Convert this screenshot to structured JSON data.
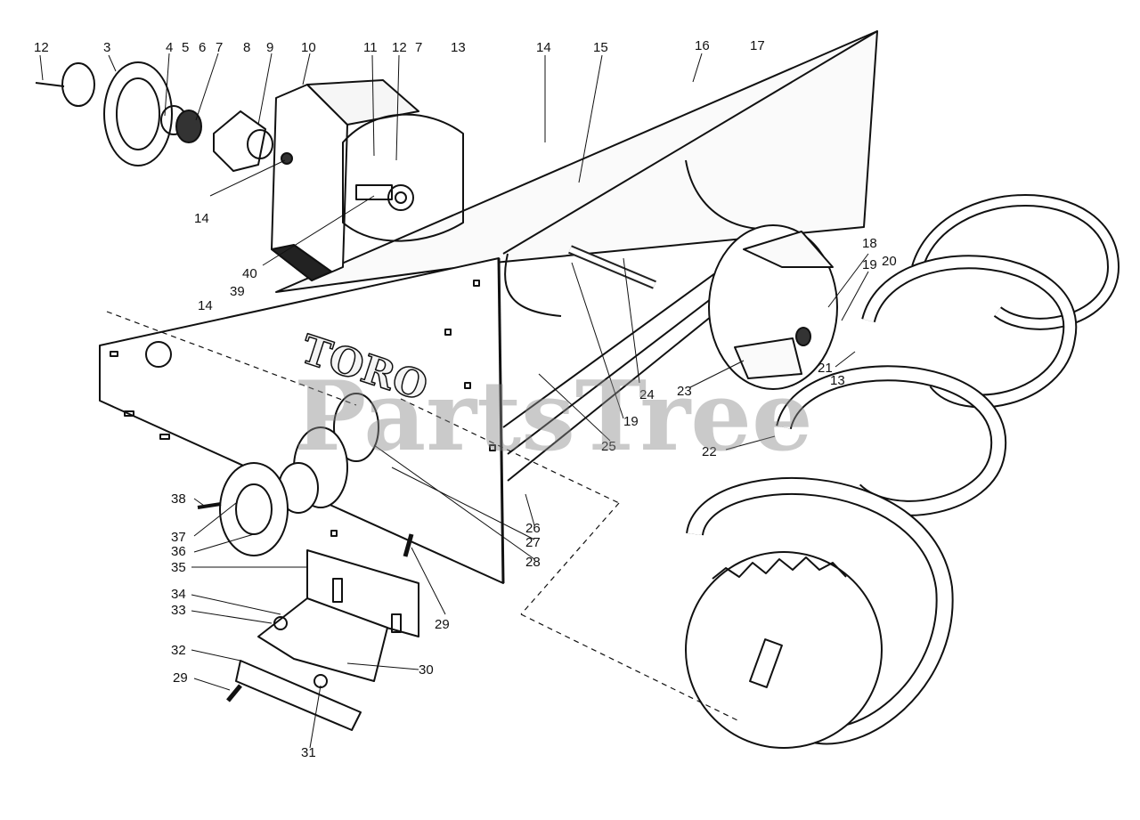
{
  "brand_text": "TORO",
  "watermark": "PartsTree",
  "callouts": [
    {
      "id": "12",
      "label": "12"
    },
    {
      "id": "3",
      "label": "3"
    },
    {
      "id": "4",
      "label": "4"
    },
    {
      "id": "5",
      "label": "5"
    },
    {
      "id": "6",
      "label": "6"
    },
    {
      "id": "7a",
      "label": "7"
    },
    {
      "id": "8",
      "label": "8"
    },
    {
      "id": "9",
      "label": "9"
    },
    {
      "id": "10",
      "label": "10"
    },
    {
      "id": "11",
      "label": "11"
    },
    {
      "id": "12b",
      "label": "12"
    },
    {
      "id": "7b",
      "label": "7"
    },
    {
      "id": "13a",
      "label": "13"
    },
    {
      "id": "14a",
      "label": "14"
    },
    {
      "id": "15",
      "label": "15"
    },
    {
      "id": "16",
      "label": "16"
    },
    {
      "id": "17",
      "label": "17"
    },
    {
      "id": "14b",
      "label": "14"
    },
    {
      "id": "40",
      "label": "40"
    },
    {
      "id": "39",
      "label": "39"
    },
    {
      "id": "14c",
      "label": "14"
    },
    {
      "id": "18",
      "label": "18"
    },
    {
      "id": "19a",
      "label": "19"
    },
    {
      "id": "20",
      "label": "20"
    },
    {
      "id": "21",
      "label": "21"
    },
    {
      "id": "13b",
      "label": "13"
    },
    {
      "id": "23",
      "label": "23"
    },
    {
      "id": "24",
      "label": "24"
    },
    {
      "id": "19b",
      "label": "19"
    },
    {
      "id": "25",
      "label": "25"
    },
    {
      "id": "22",
      "label": "22"
    },
    {
      "id": "38",
      "label": "38"
    },
    {
      "id": "37",
      "label": "37"
    },
    {
      "id": "36",
      "label": "36"
    },
    {
      "id": "26",
      "label": "26"
    },
    {
      "id": "27",
      "label": "27"
    },
    {
      "id": "28",
      "label": "28"
    },
    {
      "id": "35",
      "label": "35"
    },
    {
      "id": "29a",
      "label": "29"
    },
    {
      "id": "34",
      "label": "34"
    },
    {
      "id": "33",
      "label": "33"
    },
    {
      "id": "30",
      "label": "30"
    },
    {
      "id": "32",
      "label": "32"
    },
    {
      "id": "29b",
      "label": "29"
    },
    {
      "id": "31",
      "label": "31"
    }
  ]
}
